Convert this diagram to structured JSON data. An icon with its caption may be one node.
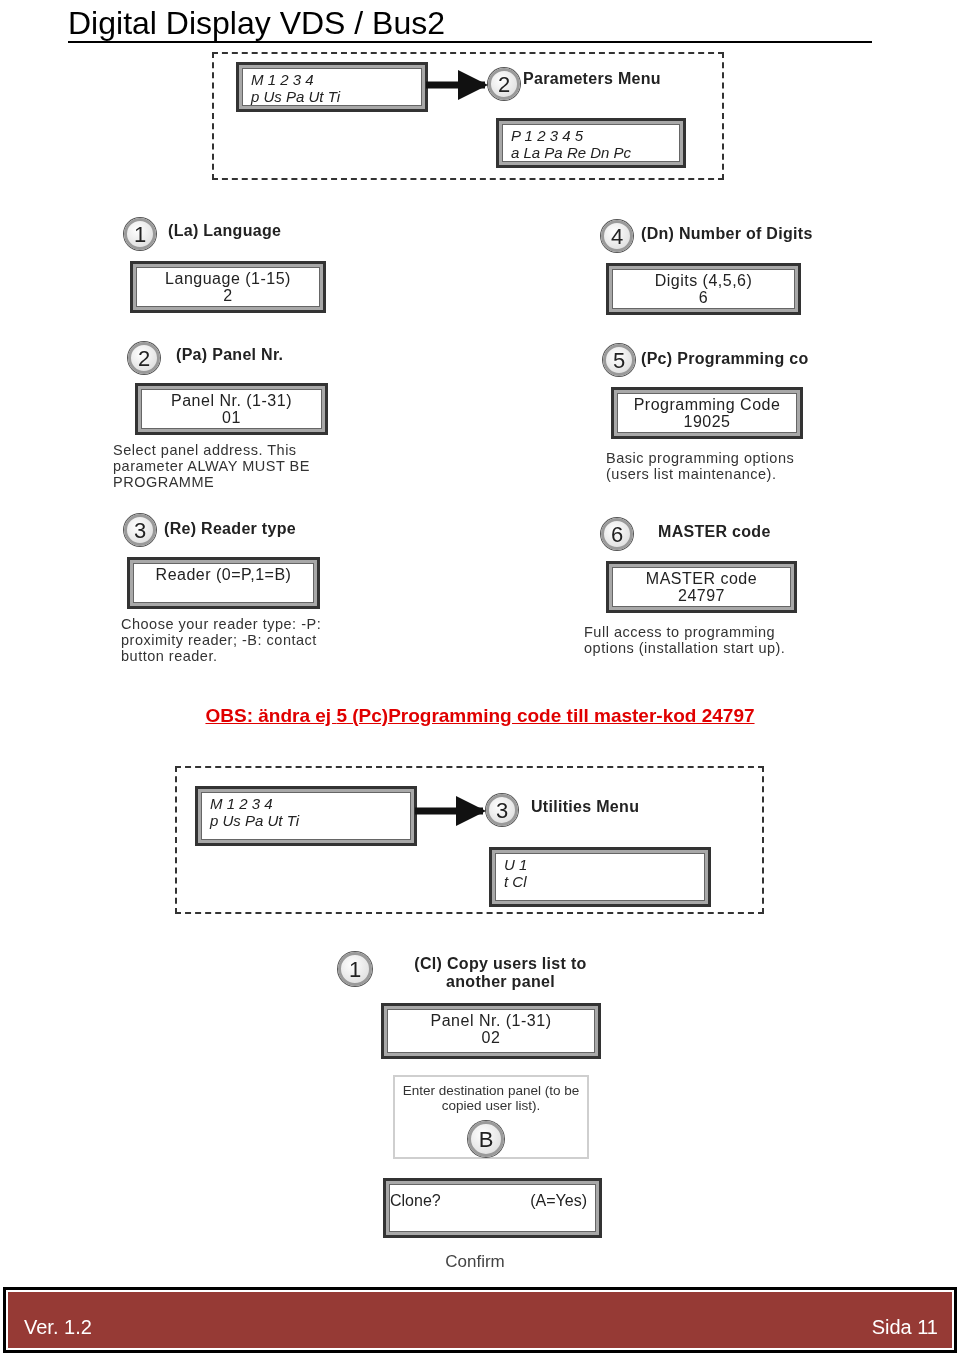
{
  "diagram": {
    "title": "Digital Display VDS / Bus2",
    "nodes": [
      {
        "text": [],
        "shape": "box"
      },
      {
        "text": [
          "M 1 2 3 4",
          "p Us Pa Ut Ti"
        ],
        "in": 0
      },
      {
        "text": [
          "2"
        ],
        "beside": [
          "Parameters Menu"
        ],
        "in": 0
      },
      {
        "text": [
          "P 1 2 3 4 5",
          "a La Pa Re Dn Pc"
        ],
        "in": 0
      },
      {
        "text": [
          "1"
        ],
        "beside": [
          "(La) Language"
        ]
      },
      {
        "text": [
          "Language (1-15)",
          "2"
        ]
      },
      {
        "text": [
          "2"
        ],
        "beside": [
          "(Pa) Panel Nr."
        ]
      },
      {
        "text": [
          "Panel Nr. (1-31)",
          "01"
        ],
        "beside": [
          "Select panel address. This parameter ALWAY MUST BE PROGRAMME"
        ]
      },
      {
        "text": [
          "3"
        ],
        "beside": [
          "(Re) Reader type"
        ]
      },
      {
        "text": [
          "Reader (0=P,1=B)"
        ],
        "beside": [
          "Choose your reader type: -P: proximity reader; -B: contact button reader."
        ]
      },
      {
        "text": [
          "4"
        ],
        "beside": [
          "(Dn) Number of Digits"
        ]
      },
      {
        "text": [
          "Digits (4,5,6)",
          "6"
        ]
      },
      {
        "text": [
          "5"
        ],
        "beside": [
          "(Pc) Programming co"
        ]
      },
      {
        "text": [
          "Programming Code",
          "19025"
        ],
        "beside": [
          "Basic programming options (users list maintenance)."
        ]
      },
      {
        "text": [
          "6"
        ],
        "beside": [
          "MASTER code"
        ]
      },
      {
        "text": [
          "MASTER code",
          "24797"
        ],
        "beside": [
          "Full access to programming options (installation start up)."
        ]
      },
      {
        "text": [],
        "shape": "box"
      },
      {
        "text": [
          "M 1 2 3 4",
          "p Us Pa Ut Ti"
        ],
        "in": 16
      },
      {
        "text": [
          "3"
        ],
        "beside": [
          "Utilities Menu"
        ],
        "in": 16
      },
      {
        "text": [
          "U 1",
          "t Cl"
        ],
        "in": 16
      },
      {
        "text": [
          "1"
        ]
      },
      {
        "text": [
          "Panel Nr. (1-31)",
          "02"
        ]
      },
      {
        "text": [
          "Enter destination panel (to be copied user list)."
        ]
      },
      {
        "text": [
          "B"
        ],
        "in": 22
      },
      {
        "text": [
          "Clone?",
          "(A=Yes)"
        ],
        "beside": [
          "Confirm"
        ]
      }
    ],
    "edges": [
      {
        "from": 1,
        "to": 2,
        "arrow": "to"
      },
      {
        "from": 17,
        "to": 18,
        "arrow": "to"
      }
    ],
    "labels": [
      "(Cl) Copy users list to another panel",
      "OBS: ändra ej **5** (Pc)Programming code till master-kod 24797",
      "Ver. 1.2",
      "Sida 11"
    ]
  }
}
